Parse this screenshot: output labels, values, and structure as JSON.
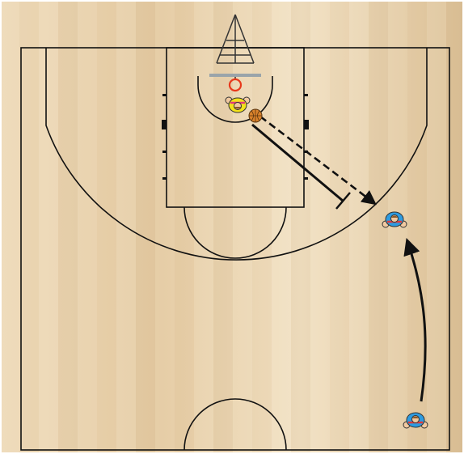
{
  "diagram": {
    "court": {
      "floor_colors": [
        "#efdcbc",
        "#e3c9a0",
        "#f3e4c8",
        "#d9bd92"
      ],
      "line_color": "#111111",
      "border_color": "#ffffff"
    },
    "basket": {
      "rim_color": "#e8391c",
      "backboard_color": "#9aa4aa"
    },
    "players": [
      {
        "id": "offense-post",
        "team": "offense",
        "has_ball": true,
        "jersey_color": "#f2e21c",
        "trim_color": "#e23a7a",
        "icon": "player-with-ball-icon"
      },
      {
        "id": "defense-wing",
        "team": "defense",
        "has_ball": false,
        "jersey_color": "#2d9be0",
        "trim_color": "#e23a3a",
        "icon": "player-icon"
      },
      {
        "id": "defense-backcourt",
        "team": "defense",
        "has_ball": false,
        "jersey_color": "#2d9be0",
        "trim_color": "#e23a3a",
        "icon": "player-icon"
      }
    ],
    "actions": [
      {
        "id": "screen",
        "type": "screen",
        "line": "solid",
        "from": "offense-post",
        "to": "defense-wing"
      },
      {
        "id": "pass",
        "type": "pass",
        "line": "dashed",
        "from": "offense-post",
        "to": "defense-wing"
      },
      {
        "id": "cut",
        "type": "movement",
        "line": "solid",
        "from": "defense-backcourt",
        "to": "defense-wing"
      }
    ],
    "ball_color": "#d9822b"
  }
}
